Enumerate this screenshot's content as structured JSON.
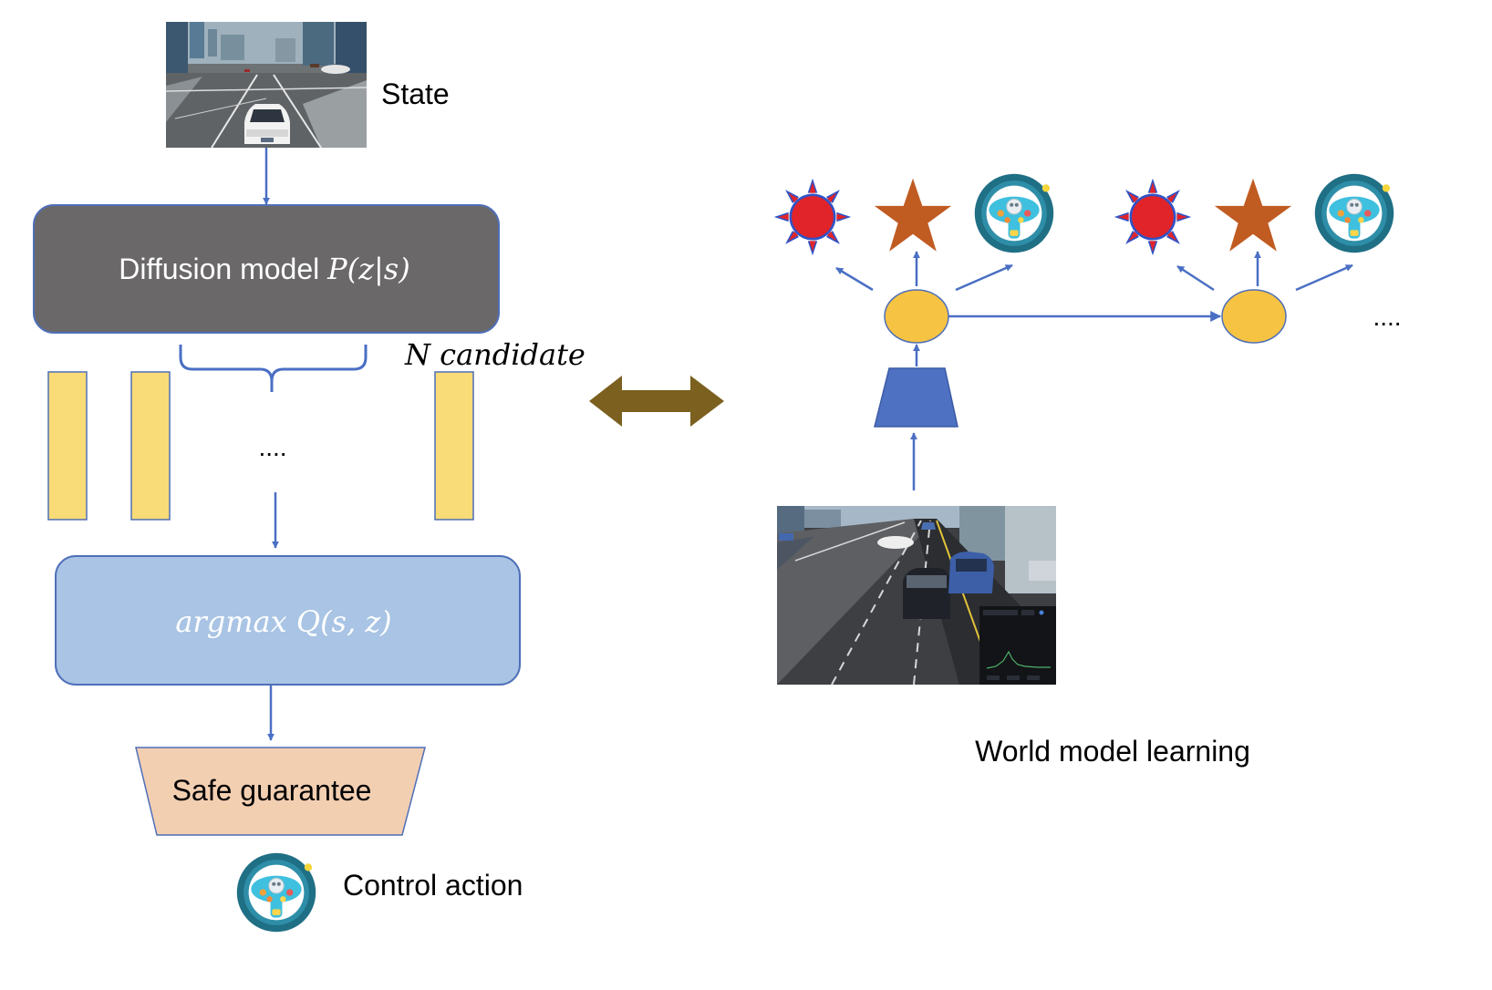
{
  "left_pipeline": {
    "state_label": "State",
    "diffusion_box": {
      "text": "Diffusion model ",
      "formula": "P(z|s)",
      "fill": "#6a6868",
      "text_color": "#ffffff"
    },
    "candidates_label": "N candidate",
    "candidate_ellipsis": "....",
    "candidate_fill": "#f9db77",
    "argmax_box": {
      "formula": "argmax Q(s, z)",
      "fill": "#a9c4e4",
      "text_color": "#ffffff"
    },
    "safe_box": {
      "text": "Safe guarantee",
      "fill": "#f3cfb2"
    },
    "control_action_label": "Control action"
  },
  "exchange_arrow_color": "#7b6020",
  "world_model": {
    "label": "World model learning",
    "trailing_ellipsis": "....",
    "encoder_fill": "#4e71c1",
    "latent_fill": "#f6c343",
    "arrow_color": "#4a6fc4",
    "outputs": [
      "reward-sun-icon",
      "star-icon",
      "steering-wheel-icon"
    ]
  }
}
